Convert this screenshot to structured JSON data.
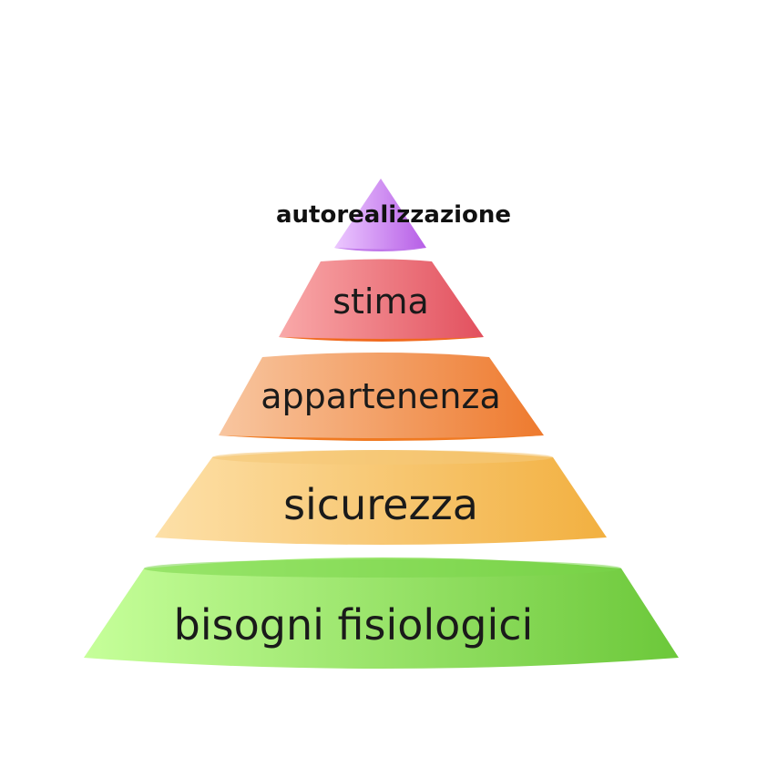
{
  "pyramid": {
    "levels": [
      {
        "id": "top",
        "label": "autorealizzazione",
        "color_light": "#ecc8ff",
        "color_dark": "#b65ee6",
        "rim": "#c077ea"
      },
      {
        "id": "esteem",
        "label": "stima",
        "color_light": "#f9a9a9",
        "color_dark": "#e2505e",
        "rim": "#f06a1e"
      },
      {
        "id": "belonging",
        "label": "appartenenza",
        "color_light": "#f8c6a0",
        "color_dark": "#ee7a2e",
        "rim": "#f07a22"
      },
      {
        "id": "safety",
        "label": "sicurezza",
        "color_light": "#fde0a8",
        "color_dark": "#f2b040",
        "rim": "#f0b35a"
      },
      {
        "id": "physiological",
        "label": "bisogni fisiologici",
        "color_light": "#c6ff9a",
        "color_dark": "#6cc83a",
        "rim": "#6dd036"
      }
    ]
  }
}
